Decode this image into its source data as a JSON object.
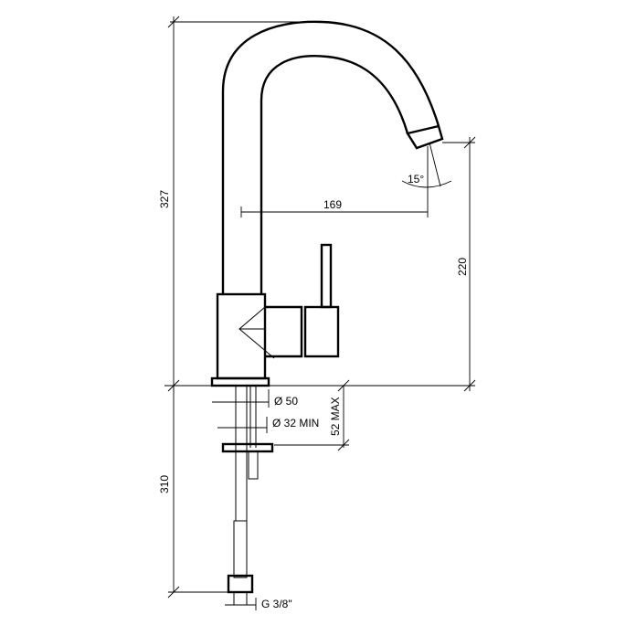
{
  "dimensions": {
    "total_height": "327",
    "spout_reach": "169",
    "spout_height": "220",
    "spout_angle": "15°",
    "hole_50": "Ø 50",
    "hole_32_min": "Ø 32 MIN",
    "deck_thickness": "52 MAX",
    "hose_length": "310",
    "connection": "G 3/8\""
  }
}
